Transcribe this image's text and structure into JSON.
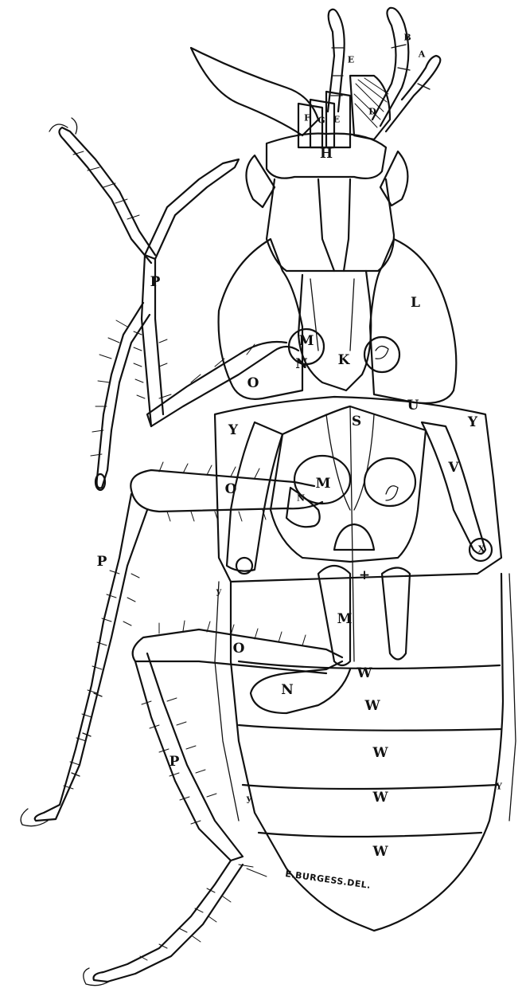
{
  "signature": "E.BURGESS.DEL.",
  "labels": {
    "A": "A",
    "B": "B",
    "D": "D",
    "E": "E",
    "F": "F",
    "G": "G",
    "H": "H",
    "K": "K",
    "L": "L",
    "M": "M",
    "N": "N",
    "O": "O",
    "P": "P",
    "S": "S",
    "U": "U",
    "V": "V",
    "W": "W",
    "X": "X",
    "Y": "Y",
    "y": "y",
    "plus": "+"
  },
  "line_color": "#111111",
  "background": "#ffffff"
}
